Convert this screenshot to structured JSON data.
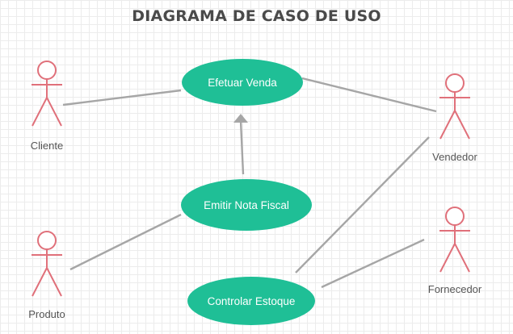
{
  "title": "DIAGRAMA DE CASO DE USO",
  "actors": {
    "cliente": "Cliente",
    "produto": "Produto",
    "vendedor": "Vendedor",
    "fornecedor": "Fornecedor"
  },
  "use_cases": {
    "efetuar_venda": "Efetuar Venda",
    "emitir_nota": "Emitir Nota Fiscal",
    "controlar_estoque": "Controlar Estoque"
  },
  "relations": [
    {
      "from": "Cliente",
      "to": "Efetuar Venda",
      "kind": "association"
    },
    {
      "from": "Vendedor",
      "to": "Efetuar Venda",
      "kind": "association"
    },
    {
      "from": "Emitir Nota Fiscal",
      "to": "Efetuar Venda",
      "kind": "generalization"
    },
    {
      "from": "Produto",
      "to": "Emitir Nota Fiscal",
      "kind": "association"
    },
    {
      "from": "Vendedor",
      "to": "Controlar Estoque",
      "kind": "association"
    },
    {
      "from": "Fornecedor",
      "to": "Controlar Estoque",
      "kind": "association"
    }
  ],
  "colors": {
    "use_case_fill": "#1fbf96",
    "actor_stroke": "#e0707a",
    "connector": "#a6a6a6",
    "title_text": "#4a4a4a"
  }
}
